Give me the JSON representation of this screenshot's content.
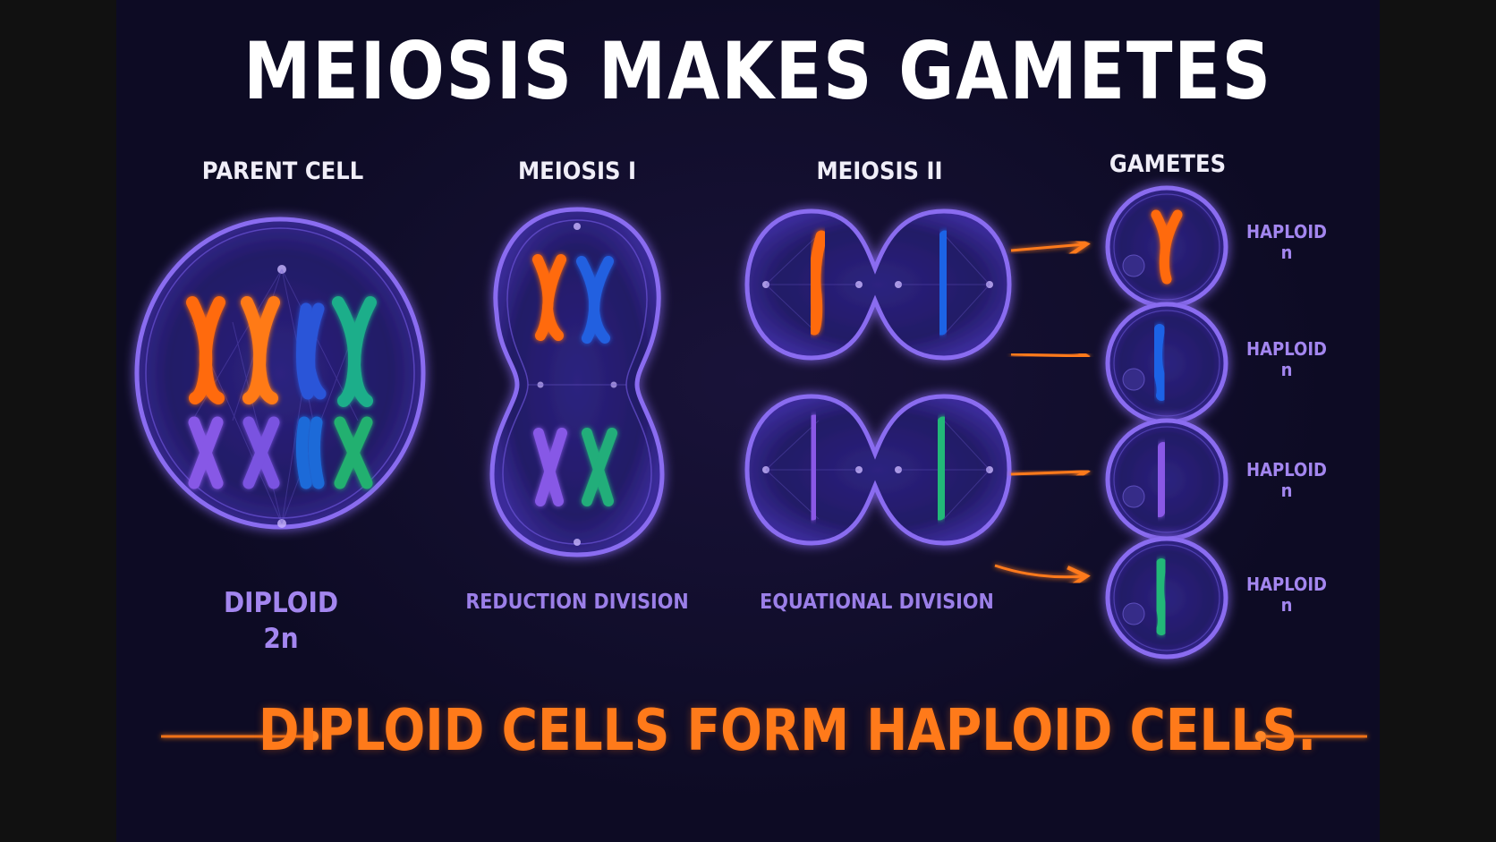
{
  "title": "MEIOSIS MAKES GAMETES",
  "stages": {
    "parent_cell": "PARENT CELL",
    "meiosis_1": "MEIOSIS I",
    "meiosis_2": "MEIOSIS II",
    "gametes": "GAMETES"
  },
  "descriptions": {
    "parent_ploidy": "DIPLOID",
    "parent_ploidy_symbol": "2n",
    "meiosis_1": "REDUCTION DIVISION",
    "meiosis_2": "EQUATIONAL DIVISION"
  },
  "gametes": [
    {
      "label": "HAPLOID",
      "symbol": "n",
      "chromosome_color": "#ff6a10"
    },
    {
      "label": "HAPLOID",
      "symbol": "n",
      "chromosome_color": "#1f64e6"
    },
    {
      "label": "HAPLOID",
      "symbol": "n",
      "chromosome_color": "#8a58e6"
    },
    {
      "label": "HAPLOID",
      "symbol": "n",
      "chromosome_color": "#22b878"
    }
  ],
  "tagline": "DIPLOID CELLS FORM HAPLOID CELLS.",
  "colors": {
    "background": "#0d0b24",
    "cell_membrane": "#8a6cf0",
    "cell_fill": "#2a1f78",
    "arrow": "#ff7a1a",
    "orange": "#ff6a10",
    "blue": "#1f64e6",
    "purple": "#8a58e6",
    "green": "#22b878",
    "title": "#ffffff",
    "label": "#a386ef"
  }
}
